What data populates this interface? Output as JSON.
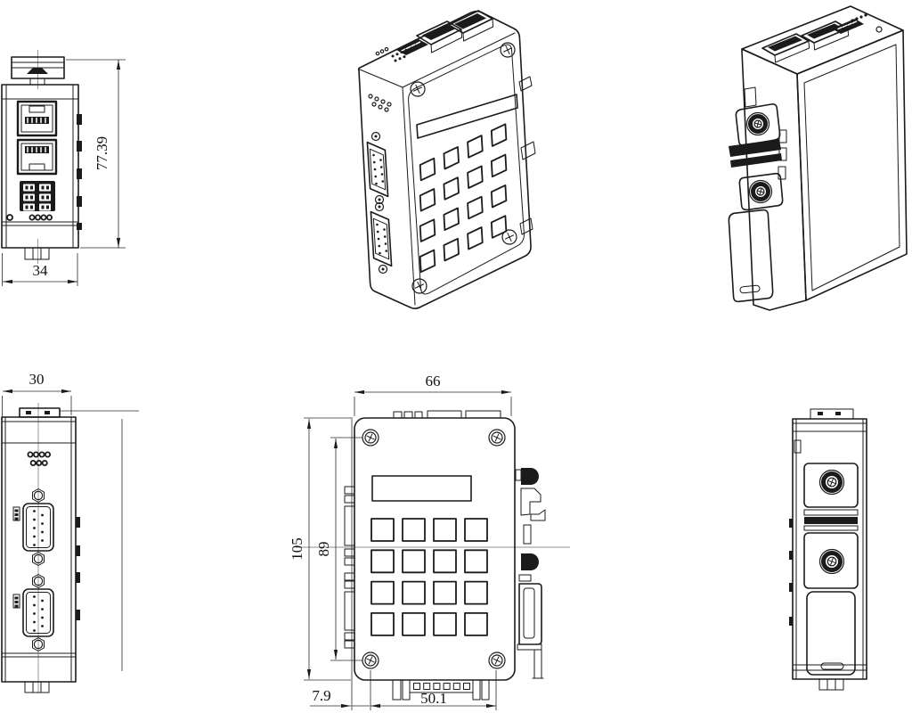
{
  "dimensions": {
    "front": {
      "height": "77.39",
      "width": "34"
    },
    "side": {
      "width": "30"
    },
    "face": {
      "width": "66",
      "overall_height": "105",
      "screw_spacing_vertical": "89",
      "screw_offset": "7.9",
      "screw_spacing_horizontal": "50.1"
    }
  },
  "colors": {
    "line": "#1b1b1b",
    "background": "#ffffff",
    "centerline": "#8f8f8f"
  }
}
